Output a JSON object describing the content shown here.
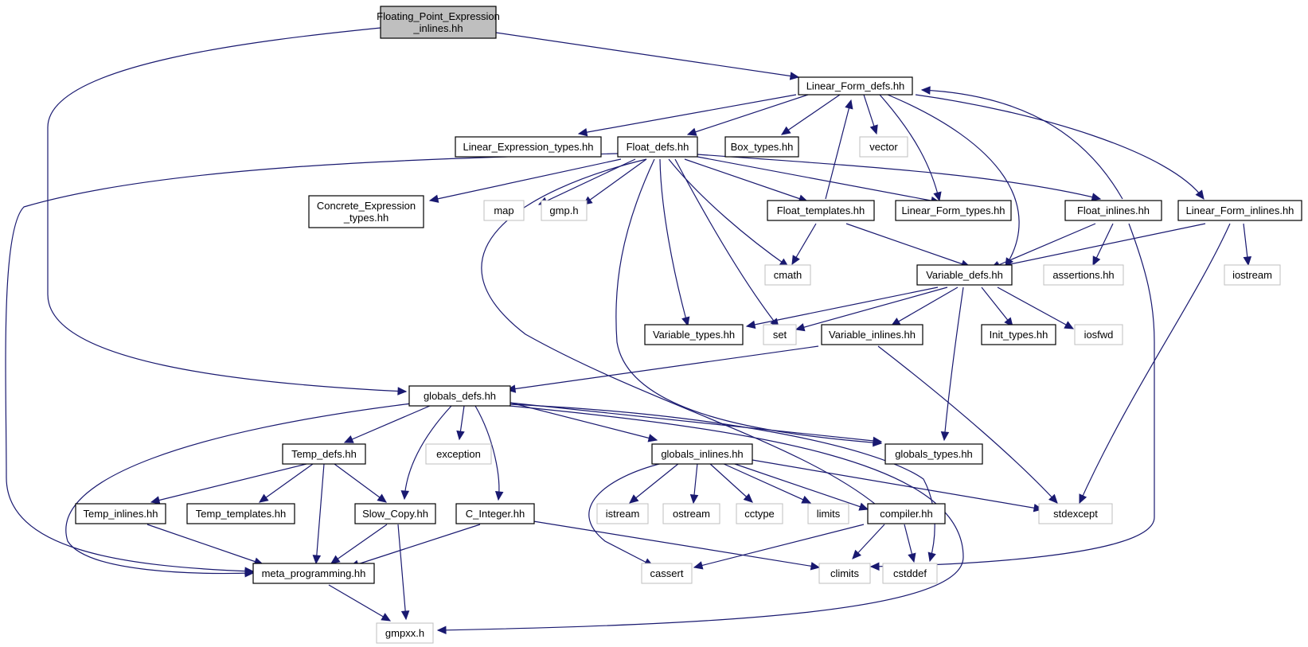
{
  "diagram": {
    "colors": {
      "edge": "#191970",
      "node_border": "#000000",
      "system_border": "#bfbfbf",
      "root_fill": "#bfbfbf",
      "node_fill": "#ffffff"
    },
    "nodes": {
      "fpe_inlines": {
        "lines": [
          "Floating_Point_Expression",
          "_inlines.hh"
        ],
        "kind": "root"
      },
      "lf_defs": {
        "lines": [
          "Linear_Form_defs.hh"
        ],
        "kind": "local"
      },
      "le_types": {
        "lines": [
          "Linear_Expression_types.hh"
        ],
        "kind": "local"
      },
      "float_defs": {
        "lines": [
          "Float_defs.hh"
        ],
        "kind": "local"
      },
      "box_types": {
        "lines": [
          "Box_types.hh"
        ],
        "kind": "local"
      },
      "vector": {
        "lines": [
          "vector"
        ],
        "kind": "system"
      },
      "ce_types": {
        "lines": [
          "Concrete_Expression",
          "_types.hh"
        ],
        "kind": "local"
      },
      "map": {
        "lines": [
          "map"
        ],
        "kind": "system"
      },
      "gmp_h": {
        "lines": [
          "gmp.h"
        ],
        "kind": "system"
      },
      "float_templates": {
        "lines": [
          "Float_templates.hh"
        ],
        "kind": "local"
      },
      "lf_types": {
        "lines": [
          "Linear_Form_types.hh"
        ],
        "kind": "local"
      },
      "float_inlines": {
        "lines": [
          "Float_inlines.hh"
        ],
        "kind": "local"
      },
      "lf_inlines": {
        "lines": [
          "Linear_Form_inlines.hh"
        ],
        "kind": "local"
      },
      "cmath": {
        "lines": [
          "cmath"
        ],
        "kind": "system"
      },
      "variable_defs": {
        "lines": [
          "Variable_defs.hh"
        ],
        "kind": "local"
      },
      "assertions": {
        "lines": [
          "assertions.hh"
        ],
        "kind": "system"
      },
      "iostream": {
        "lines": [
          "iostream"
        ],
        "kind": "system"
      },
      "variable_types": {
        "lines": [
          "Variable_types.hh"
        ],
        "kind": "local"
      },
      "set": {
        "lines": [
          "set"
        ],
        "kind": "system"
      },
      "variable_inlines": {
        "lines": [
          "Variable_inlines.hh"
        ],
        "kind": "local"
      },
      "init_types": {
        "lines": [
          "Init_types.hh"
        ],
        "kind": "local"
      },
      "iosfwd": {
        "lines": [
          "iosfwd"
        ],
        "kind": "system"
      },
      "globals_defs": {
        "lines": [
          "globals_defs.hh"
        ],
        "kind": "local"
      },
      "temp_defs": {
        "lines": [
          "Temp_defs.hh"
        ],
        "kind": "local"
      },
      "exception": {
        "lines": [
          "exception"
        ],
        "kind": "system"
      },
      "globals_inlines": {
        "lines": [
          "globals_inlines.hh"
        ],
        "kind": "local"
      },
      "globals_types": {
        "lines": [
          "globals_types.hh"
        ],
        "kind": "local"
      },
      "temp_inlines": {
        "lines": [
          "Temp_inlines.hh"
        ],
        "kind": "local"
      },
      "temp_templates": {
        "lines": [
          "Temp_templates.hh"
        ],
        "kind": "local"
      },
      "slow_copy": {
        "lines": [
          "Slow_Copy.hh"
        ],
        "kind": "local"
      },
      "c_integer": {
        "lines": [
          "C_Integer.hh"
        ],
        "kind": "local"
      },
      "istream": {
        "lines": [
          "istream"
        ],
        "kind": "system"
      },
      "ostream": {
        "lines": [
          "ostream"
        ],
        "kind": "system"
      },
      "cctype": {
        "lines": [
          "cctype"
        ],
        "kind": "system"
      },
      "limits": {
        "lines": [
          "limits"
        ],
        "kind": "system"
      },
      "compiler": {
        "lines": [
          "compiler.hh"
        ],
        "kind": "local"
      },
      "stdexcept": {
        "lines": [
          "stdexcept"
        ],
        "kind": "system"
      },
      "meta_programming": {
        "lines": [
          "meta_programming.hh"
        ],
        "kind": "local"
      },
      "cassert": {
        "lines": [
          "cassert"
        ],
        "kind": "system"
      },
      "climits": {
        "lines": [
          "climits"
        ],
        "kind": "system"
      },
      "cstddef": {
        "lines": [
          "cstddef"
        ],
        "kind": "system"
      },
      "gmpxx": {
        "lines": [
          "gmpxx.h"
        ],
        "kind": "system"
      }
    }
  }
}
